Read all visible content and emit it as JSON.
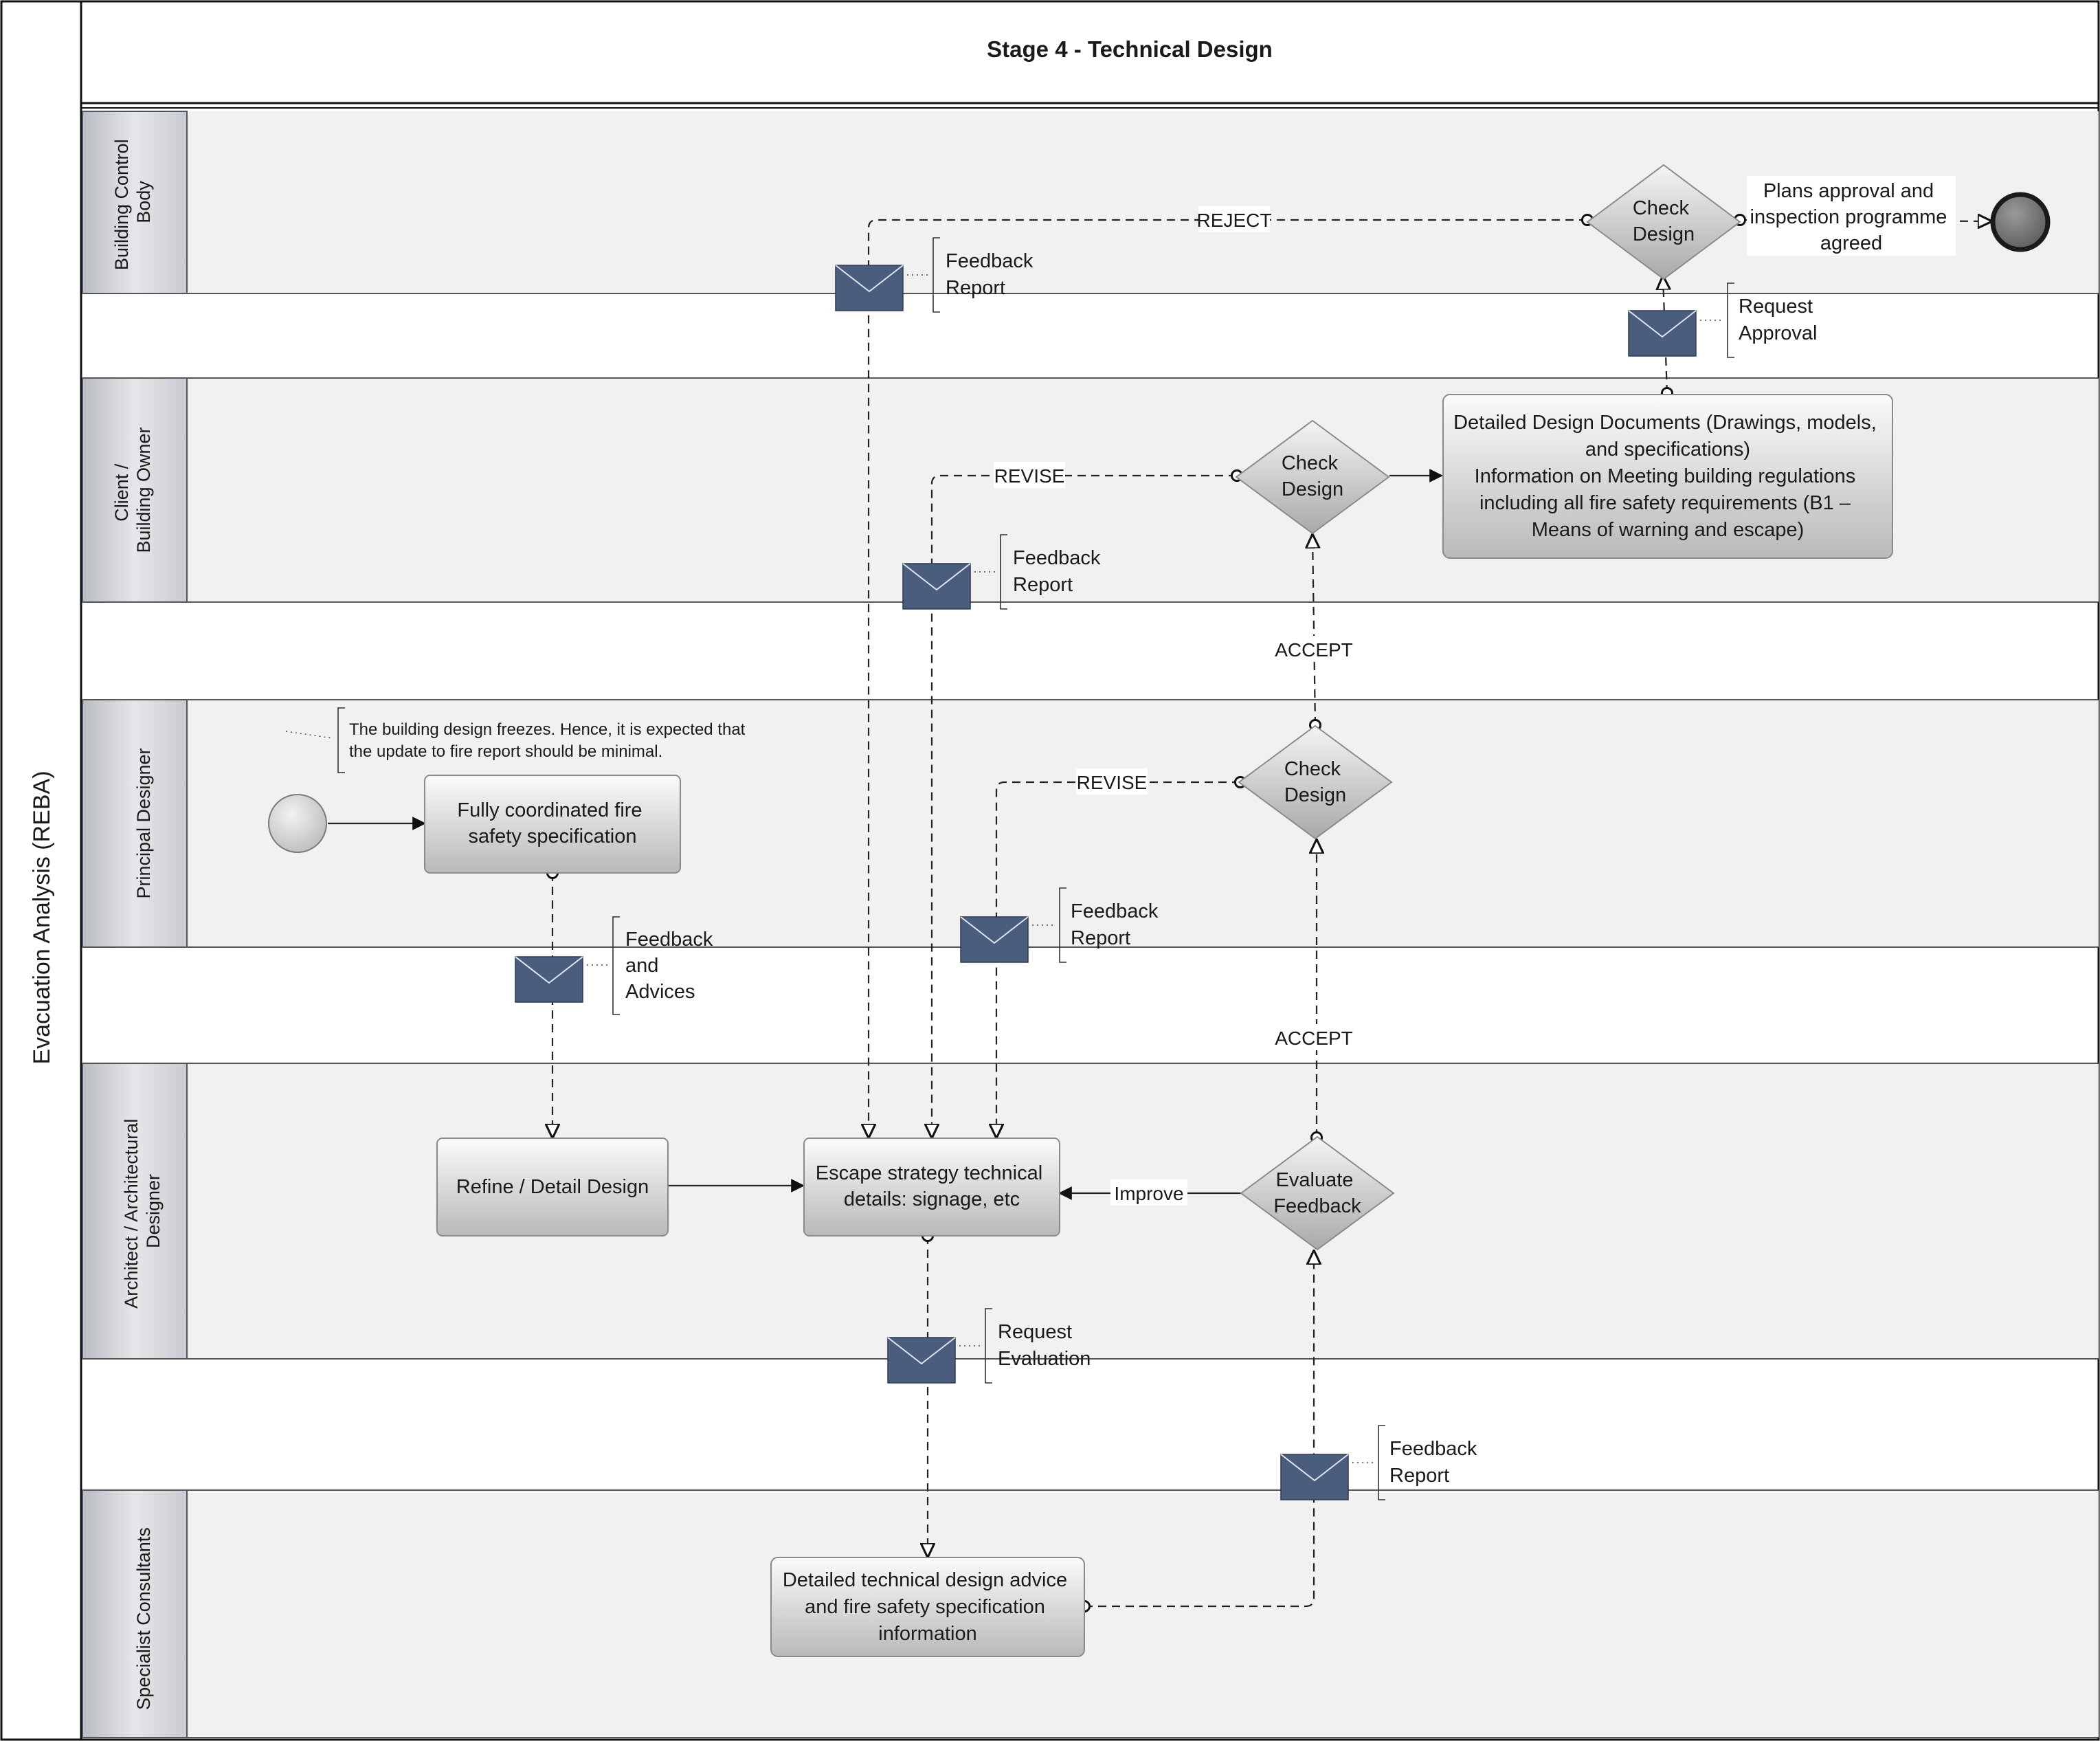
{
  "pool": {
    "title": "Evacuation Analysis (REBA)"
  },
  "header": {
    "title": "Stage 4 - Technical Design"
  },
  "lanes": [
    {
      "id": "lane-building-control",
      "label_lines": [
        "Building Control",
        "Body"
      ]
    },
    {
      "id": "lane-client",
      "label_lines": [
        "Client /",
        "Building Owner"
      ]
    },
    {
      "id": "lane-principal-designer",
      "label_lines": [
        "Principal Designer"
      ]
    },
    {
      "id": "lane-architect",
      "label_lines": [
        "Architect / Architectural",
        "Designer"
      ]
    },
    {
      "id": "lane-specialist",
      "label_lines": [
        "Specialist Consultants"
      ]
    }
  ],
  "tasks": {
    "fire_spec": [
      "Fully coordinated fire",
      "safety specification"
    ],
    "refine": [
      "Refine / Detail Design"
    ],
    "escape": [
      "Escape strategy technical",
      "details: signage, etc"
    ],
    "detailed_docs_title": [
      "Detailed Design Documents (Drawings, models,",
      "and specifications)"
    ],
    "detailed_docs_body": [
      "Information on Meeting building regulations",
      "including all fire safety requirements (B1 –",
      "Means of warning and escape)"
    ],
    "specialist_advice": [
      "Detailed technical design advice",
      "and fire safety specification",
      "information"
    ]
  },
  "gateways": {
    "bcb_check": [
      "Check",
      "Design"
    ],
    "client_check": [
      "Check",
      "Design"
    ],
    "pd_check": [
      "Check",
      "Design"
    ],
    "evaluate": [
      "Evaluate",
      "Feedback"
    ]
  },
  "end_note": [
    "Plans approval and",
    "inspection programme",
    "agreed"
  ],
  "flow_labels": {
    "reject": "REJECT",
    "revise_client": "REVISE",
    "revise_pd": "REVISE",
    "accept_upper": "ACCEPT",
    "accept_lower": "ACCEPT",
    "improve": "Improve"
  },
  "messages": {
    "feedback_report_bcb": [
      "Feedback",
      "Report"
    ],
    "request_approval": [
      "Request",
      "Approval"
    ],
    "feedback_report_client": [
      "Feedback",
      "Report"
    ],
    "feedback_report_pd": [
      "Feedback",
      "Report"
    ],
    "feedback_advices": [
      "Feedback",
      "and",
      "Advices"
    ],
    "request_evaluation": [
      "Request",
      "Evaluation"
    ],
    "feedback_report_specialist": [
      "Feedback",
      "Report"
    ]
  },
  "annotation": [
    "The building design freezes. Hence, it is expected that",
    "the update to fire report should be minimal."
  ],
  "colors": {
    "envelope": "#4a5d7c",
    "lane_header": "#d4d6da",
    "lane_bg": "#f1f1f1"
  },
  "icons": {
    "message": "envelope-icon",
    "start": "start-event-icon",
    "end": "end-event-icon"
  }
}
